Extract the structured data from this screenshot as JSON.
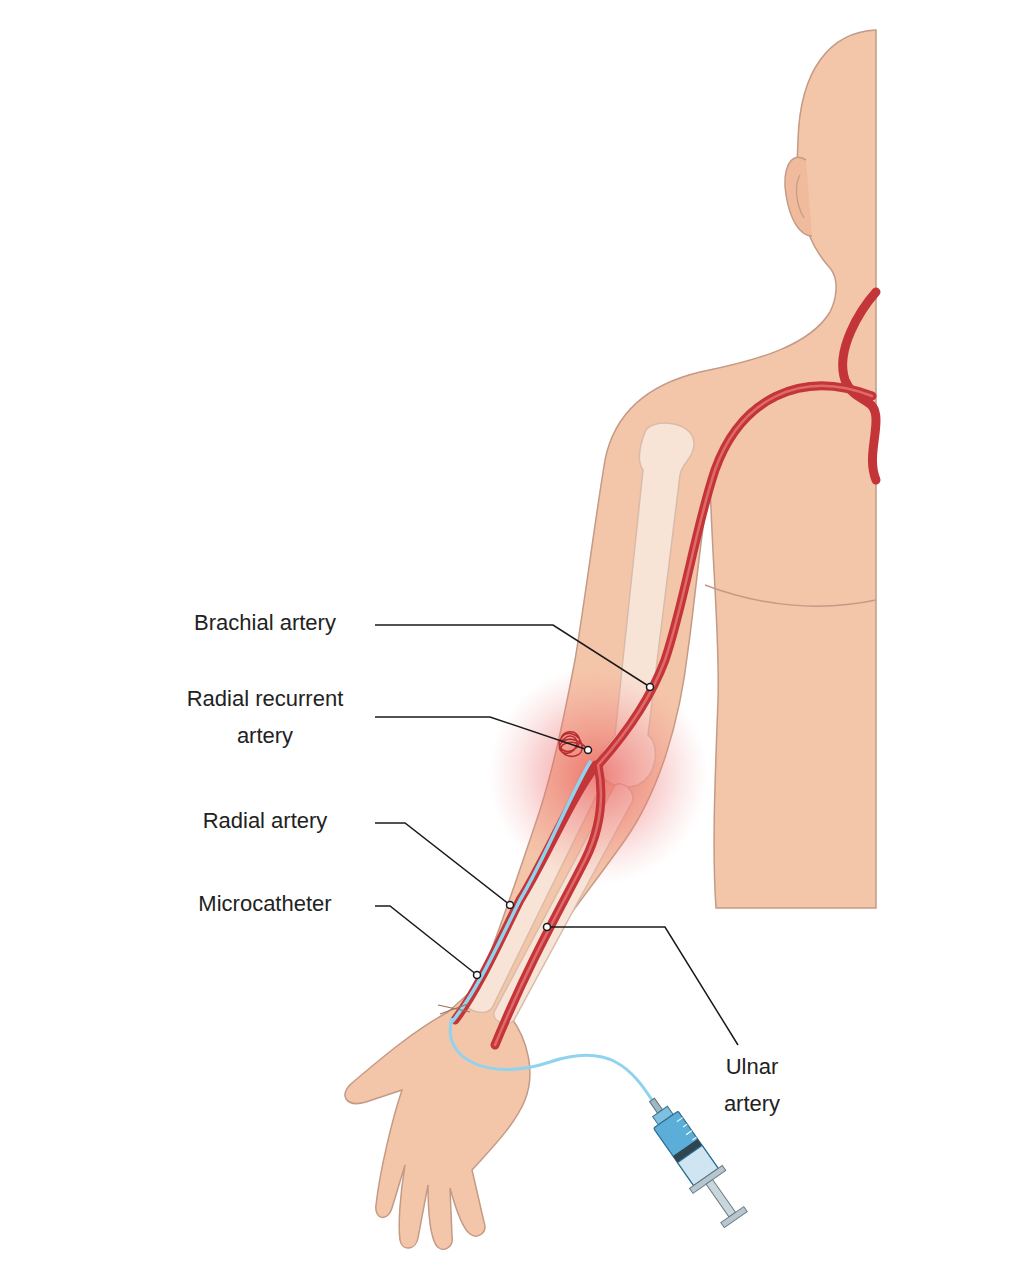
{
  "diagram": {
    "labels": [
      "Brachial artery",
      "Radial recurrent artery",
      "Radial artery",
      "Microcatheter",
      "Ulnar artery"
    ]
  }
}
